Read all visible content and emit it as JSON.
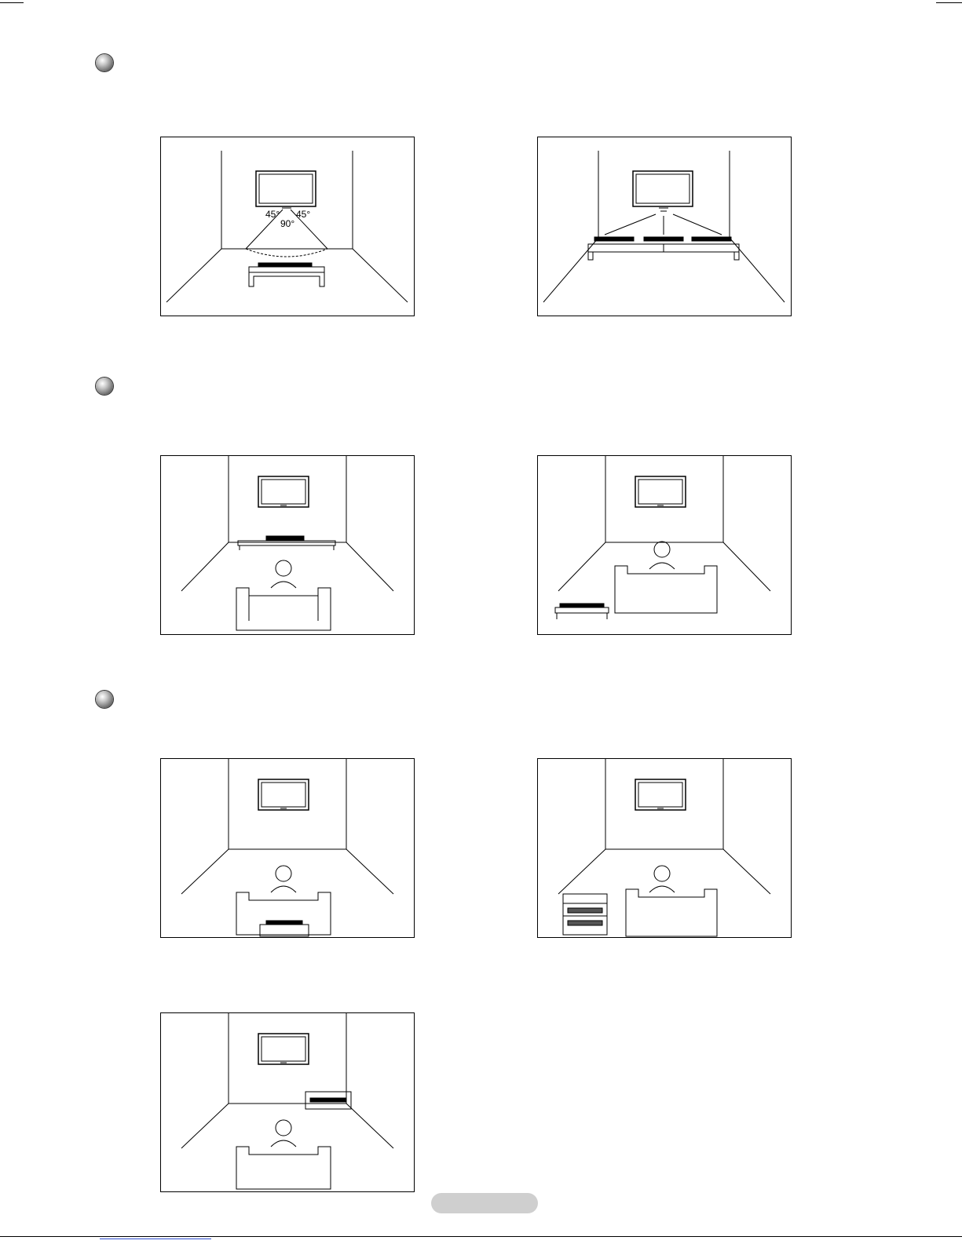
{
  "angle_labels": {
    "left": "45°",
    "right": "45°",
    "center": "90°"
  },
  "sections": [
    {
      "name": "section-1"
    },
    {
      "name": "section-2"
    },
    {
      "name": "section-3"
    }
  ],
  "colors": {
    "line": "#000000",
    "bullet": "#808080",
    "page_pill": "#cfcfcf",
    "link": "#3050d0"
  }
}
